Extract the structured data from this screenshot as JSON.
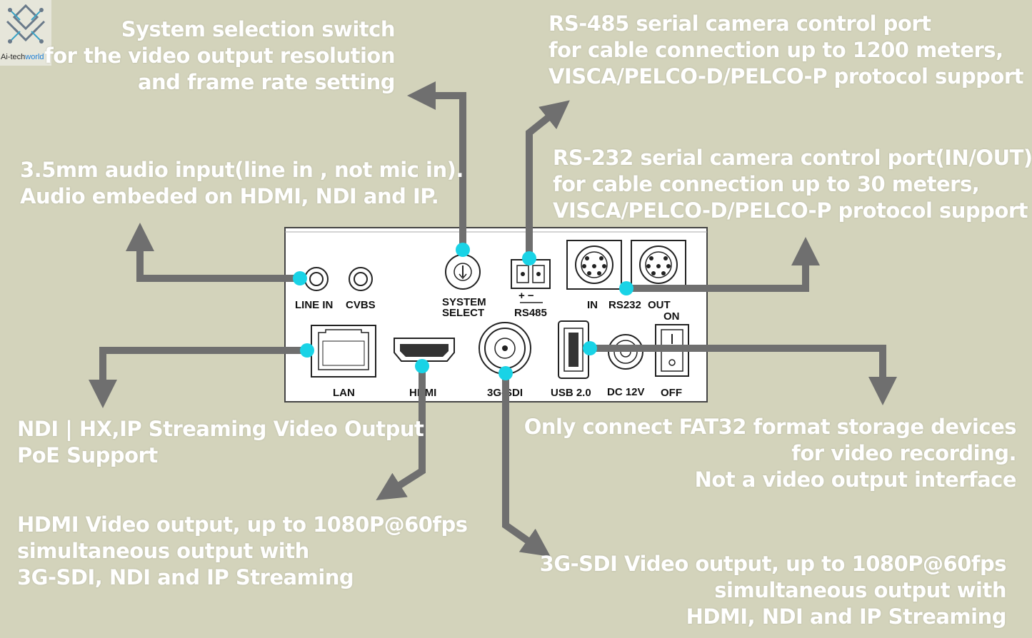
{
  "logo": {
    "brand": "Ai-tech",
    "brand_suffix": "world"
  },
  "panel": {
    "line_in": "LINE IN",
    "cvbs": "CVBS",
    "system_select_1": "SYSTEM",
    "system_select_2": "SELECT",
    "rs485": "RS485",
    "rs485_polarity": "+ −",
    "rs232_in": "IN",
    "rs232": "RS232",
    "rs232_out": "OUT",
    "lan": "LAN",
    "hdmi": "HDMI",
    "sdi": "3G-SDI",
    "usb": "USB 2.0",
    "dc": "DC 12V",
    "on": "ON",
    "off": "OFF"
  },
  "callouts": {
    "system_select": [
      "System selection switch",
      "for the video output resolution",
      "and frame rate setting"
    ],
    "rs485": [
      "RS-485 serial camera control port",
      "for cable connection up to 1200 meters,",
      "VISCA/PELCO-D/PELCO-P protocol support"
    ],
    "audio": [
      "3.5mm audio input(line in , not mic in).",
      "Audio embeded on HDMI, NDI and IP."
    ],
    "rs232": [
      "RS-232 serial camera control port(IN/OUT)",
      "for cable connection up to 30 meters,",
      "VISCA/PELCO-D/PELCO-P protocol support"
    ],
    "lan": [
      "NDI | HX,IP Streaming Video Output",
      "PoE Support"
    ],
    "usb": [
      "Only connect FAT32 format storage devices",
      "for video recording.",
      "Not a video output interface"
    ],
    "hdmi": [
      "HDMI Video output, up to 1080P@60fps",
      "simultaneous output with",
      "3G-SDI, NDI and IP Streaming"
    ],
    "sdi": [
      "3G-SDI Video output, up to 1080P@60fps",
      "simultaneous output with",
      "HDMI, NDI and IP Streaming"
    ]
  },
  "colors": {
    "background": "#d3d3bb",
    "leader": "#6f6f6f",
    "dot": "#19d3e6",
    "text": "#ffffff"
  }
}
